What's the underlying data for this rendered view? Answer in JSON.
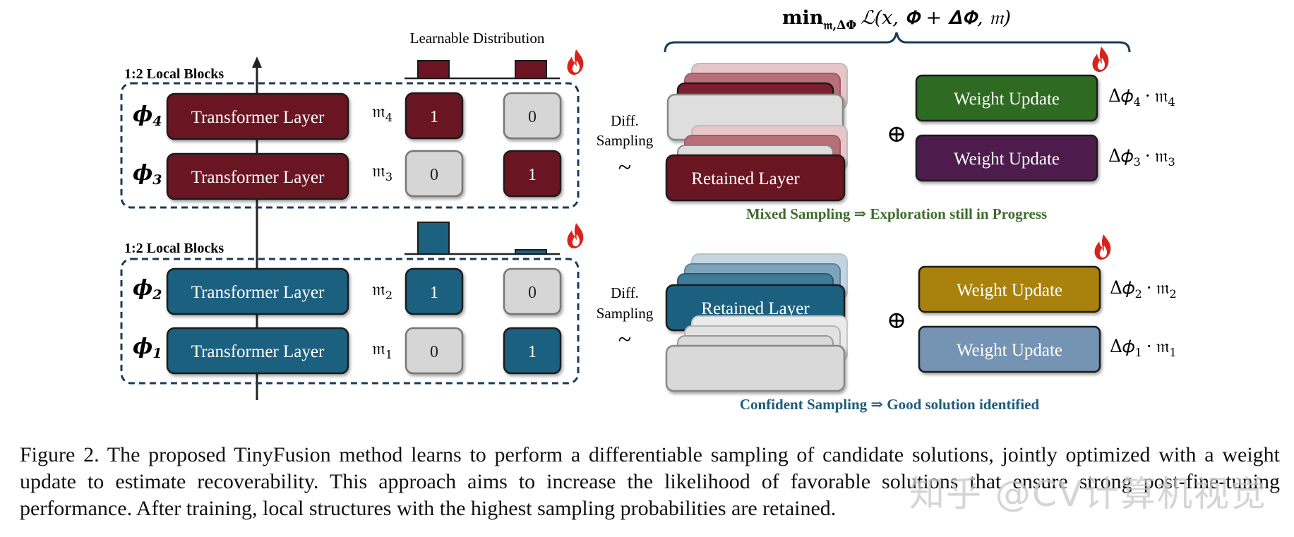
{
  "top_formula": {
    "prefix": "min",
    "subscript": "𝔪,ΔΦ",
    "body": "ℒ(𝑥, 𝚽 + 𝚫𝚽, 𝔪)"
  },
  "learnable_distribution_label": "Learnable Distribution",
  "blocks": [
    {
      "label": "1:2 Local Blocks",
      "color": "#6b1422",
      "distribution": [
        0.5,
        0.5
      ],
      "layers": [
        {
          "phi": "𝝓",
          "sub": "4",
          "name": "Transformer Layer",
          "mask": "𝔪",
          "mask_sub": "4",
          "choice_a": "1",
          "choice_b": "0"
        },
        {
          "phi": "𝝓",
          "sub": "3",
          "name": "Transformer Layer",
          "mask": "𝔪",
          "mask_sub": "3",
          "choice_a": "0",
          "choice_b": "1"
        }
      ],
      "sampling_label_1": "Diff.",
      "sampling_label_2": "Sampling",
      "tilde": "~",
      "retained_layer": "Retained Layer",
      "oplus": "⊕",
      "updates": [
        {
          "label": "Weight Update",
          "color": "#2f6b22",
          "formula": "Δ𝜙",
          "sub": "4",
          "mask": "𝔪",
          "mask_sub": "4"
        },
        {
          "label": "Weight Update",
          "color": "#4d1a4e",
          "formula": "Δ𝜙",
          "sub": "3",
          "mask": "𝔪",
          "mask_sub": "3"
        }
      ],
      "status": "Mixed Sampling ⇒ Exploration still in Progress",
      "status_color": "#3d6b2a"
    },
    {
      "label": "1:2 Local Blocks",
      "color": "#1d6180",
      "distribution": [
        0.9,
        0.1
      ],
      "layers": [
        {
          "phi": "𝝓",
          "sub": "2",
          "name": "Transformer Layer",
          "mask": "𝔪",
          "mask_sub": "2",
          "choice_a": "1",
          "choice_b": "0"
        },
        {
          "phi": "𝝓",
          "sub": "1",
          "name": "Transformer Layer",
          "mask": "𝔪",
          "mask_sub": "1",
          "choice_a": "0",
          "choice_b": "1"
        }
      ],
      "sampling_label_1": "Diff.",
      "sampling_label_2": "Sampling",
      "tilde": "~",
      "retained_layer": "Retained Layer",
      "oplus": "⊕",
      "updates": [
        {
          "label": "Weight Update",
          "color": "#a8820f",
          "formula": "Δ𝜙",
          "sub": "2",
          "mask": "𝔪",
          "mask_sub": "2"
        },
        {
          "label": "Weight Update",
          "color": "#7593b3",
          "formula": "Δ𝜙",
          "sub": "1",
          "mask": "𝔪",
          "mask_sub": "1"
        }
      ],
      "status": "Confident Sampling ⇒ Good solution identified",
      "status_color": "#1d5b7d"
    }
  ],
  "dot": "·",
  "caption": "Figure 2.  The proposed TinyFusion method learns to perform a differentiable sampling of candidate solutions, jointly optimized with a weight update to estimate recoverability. This approach aims to increase the likelihood of favorable solutions that ensure strong post-fine-tuning performance. After training, local structures with the highest sampling probabilities are retained.",
  "watermark": "知乎 @CV计算机视觉"
}
